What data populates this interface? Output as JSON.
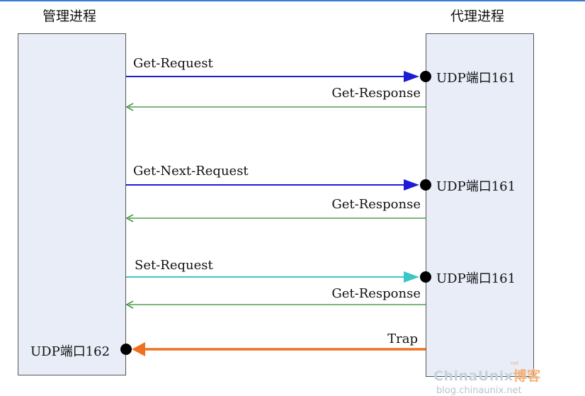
{
  "titles": {
    "manager": "管理进程",
    "agent": "代理进程"
  },
  "ports": {
    "agent_port": "UDP端口161",
    "manager_port": "UDP端口162"
  },
  "messages": [
    {
      "label": "Get-Request",
      "direction": "to-agent",
      "color": "#1c1cd6"
    },
    {
      "label": "Get-Response",
      "direction": "to-manager",
      "color": "#2e8b2e"
    },
    {
      "label": "Get-Next-Request",
      "direction": "to-agent",
      "color": "#1c1cd6"
    },
    {
      "label": "Get-Response",
      "direction": "to-manager",
      "color": "#2e8b2e"
    },
    {
      "label": "Set-Request",
      "direction": "to-agent",
      "color": "#3cc7c7"
    },
    {
      "label": "Get-Response",
      "direction": "to-manager",
      "color": "#2e8b2e"
    },
    {
      "label": "Trap",
      "direction": "to-manager",
      "color": "#f07020"
    }
  ],
  "watermark": {
    "brand_main": "ChinaUnix",
    "brand_suffix": "博客",
    "brand_sup": "net",
    "url": "blog.chinaunix.net"
  }
}
